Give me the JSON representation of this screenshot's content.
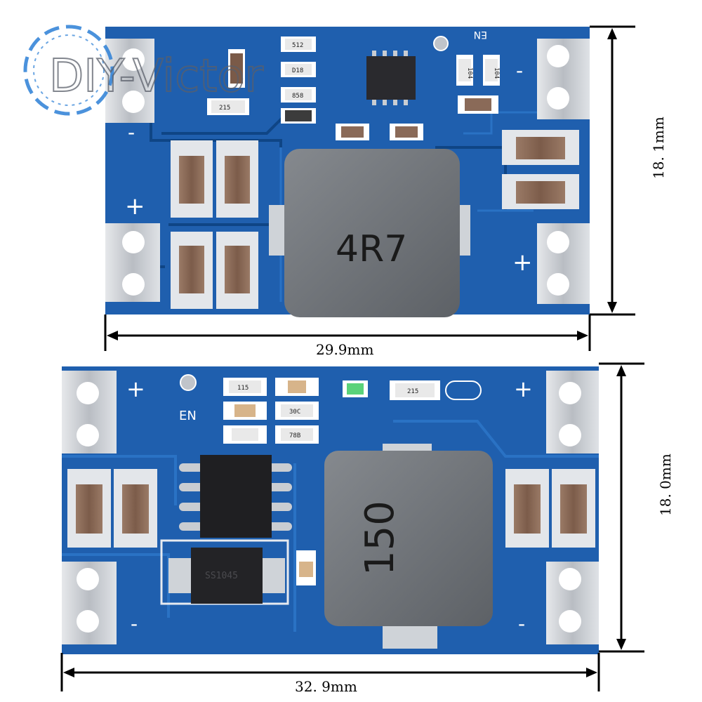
{
  "watermark": {
    "text": "DIY-Victor",
    "ring_color": "#2b7fd6"
  },
  "boards": [
    {
      "id": "top",
      "width_label": "29.9mm",
      "height_label": "18. 1mm",
      "inductor_marking": "4R7",
      "en_label": "EN",
      "plus_left": "+",
      "minus_left": "-",
      "plus_right": "+",
      "minus_right": "-",
      "components": [
        "512",
        "D18",
        "858",
        "215",
        "104",
        "104"
      ]
    },
    {
      "id": "bottom",
      "width_label": "32. 9mm",
      "height_label": "18. 0mm",
      "inductor_marking": "150",
      "en_label": "EN",
      "diode_marking": "SS1045",
      "plus_left": "+",
      "minus_left": "-",
      "plus_right": "+",
      "minus_right": "-",
      "components": [
        "115",
        "30C",
        "78B",
        "215"
      ]
    }
  ],
  "colors": {
    "pcb": "#1f5fae",
    "pcb_dark": "#174e94",
    "trace": "#2a72c4",
    "pad": "#c8ccd2",
    "inductor": "#6f7378",
    "cap": "#8a6a58"
  }
}
